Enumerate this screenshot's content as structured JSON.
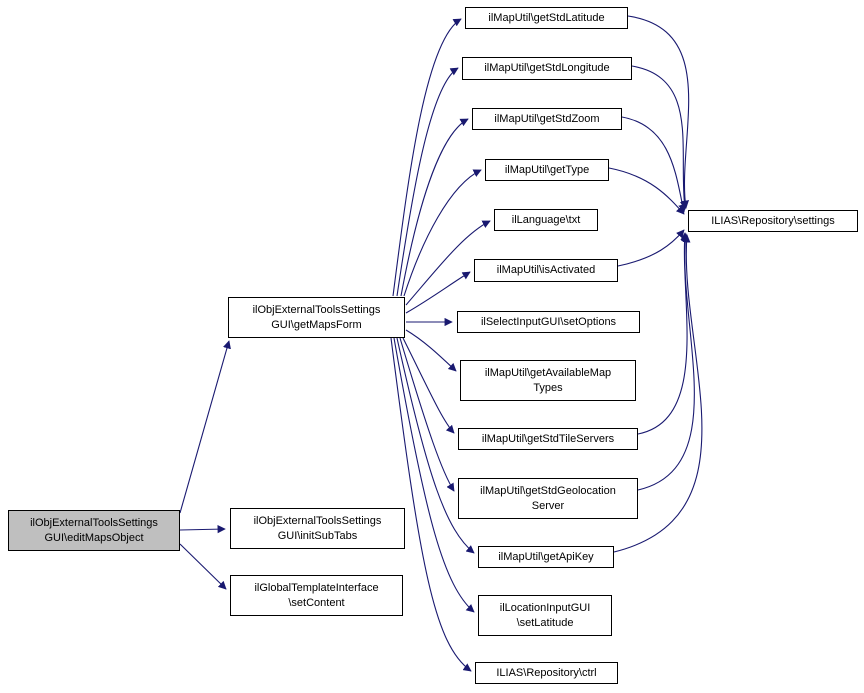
{
  "diagram": {
    "type": "call-graph",
    "colors": {
      "edge": "#191970",
      "node_border": "#000000",
      "node_fill": "#ffffff",
      "selected_node_fill": "#bfbfbf",
      "background": "#ffffff"
    },
    "nodes": [
      {
        "id": "editMapsObject",
        "label": "ilObjExternalToolsSettings\nGUI\\editMapsObject",
        "selected": true
      },
      {
        "id": "getMapsForm",
        "label": "ilObjExternalToolsSettings\nGUI\\getMapsForm"
      },
      {
        "id": "initSubTabs",
        "label": "ilObjExternalToolsSettings\nGUI\\initSubTabs"
      },
      {
        "id": "setContent",
        "label": "ilGlobalTemplateInterface\n\\setContent"
      },
      {
        "id": "getStdLatitude",
        "label": "ilMapUtil\\getStdLatitude"
      },
      {
        "id": "getStdLongitude",
        "label": "ilMapUtil\\getStdLongitude"
      },
      {
        "id": "getStdZoom",
        "label": "ilMapUtil\\getStdZoom"
      },
      {
        "id": "getType",
        "label": "ilMapUtil\\getType"
      },
      {
        "id": "txt",
        "label": "ilLanguage\\txt"
      },
      {
        "id": "isActivated",
        "label": "ilMapUtil\\isActivated"
      },
      {
        "id": "setOptions",
        "label": "ilSelectInputGUI\\setOptions"
      },
      {
        "id": "getAvailableMapTypes",
        "label": "ilMapUtil\\getAvailableMap\nTypes"
      },
      {
        "id": "getStdTileServers",
        "label": "ilMapUtil\\getStdTileServers"
      },
      {
        "id": "getStdGeolocationServer",
        "label": "ilMapUtil\\getStdGeolocation\nServer"
      },
      {
        "id": "getApiKey",
        "label": "ilMapUtil\\getApiKey"
      },
      {
        "id": "setLatitude",
        "label": "ilLocationInputGUI\n\\setLatitude"
      },
      {
        "id": "ctrl",
        "label": "ILIAS\\Repository\\ctrl"
      },
      {
        "id": "settings",
        "label": "ILIAS\\Repository\\settings"
      }
    ],
    "edges": [
      {
        "from": "editMapsObject",
        "to": "getMapsForm"
      },
      {
        "from": "editMapsObject",
        "to": "initSubTabs"
      },
      {
        "from": "editMapsObject",
        "to": "setContent"
      },
      {
        "from": "getMapsForm",
        "to": "getStdLatitude"
      },
      {
        "from": "getMapsForm",
        "to": "getStdLongitude"
      },
      {
        "from": "getMapsForm",
        "to": "getStdZoom"
      },
      {
        "from": "getMapsForm",
        "to": "getType"
      },
      {
        "from": "getMapsForm",
        "to": "txt"
      },
      {
        "from": "getMapsForm",
        "to": "isActivated"
      },
      {
        "from": "getMapsForm",
        "to": "setOptions"
      },
      {
        "from": "getMapsForm",
        "to": "getAvailableMapTypes"
      },
      {
        "from": "getMapsForm",
        "to": "getStdTileServers"
      },
      {
        "from": "getMapsForm",
        "to": "getStdGeolocationServer"
      },
      {
        "from": "getMapsForm",
        "to": "getApiKey"
      },
      {
        "from": "getMapsForm",
        "to": "setLatitude"
      },
      {
        "from": "getMapsForm",
        "to": "ctrl"
      },
      {
        "from": "getStdLatitude",
        "to": "settings"
      },
      {
        "from": "getStdLongitude",
        "to": "settings"
      },
      {
        "from": "getStdZoom",
        "to": "settings"
      },
      {
        "from": "getType",
        "to": "settings"
      },
      {
        "from": "isActivated",
        "to": "settings"
      },
      {
        "from": "getStdTileServers",
        "to": "settings"
      },
      {
        "from": "getStdGeolocationServer",
        "to": "settings"
      },
      {
        "from": "getApiKey",
        "to": "settings"
      }
    ]
  }
}
